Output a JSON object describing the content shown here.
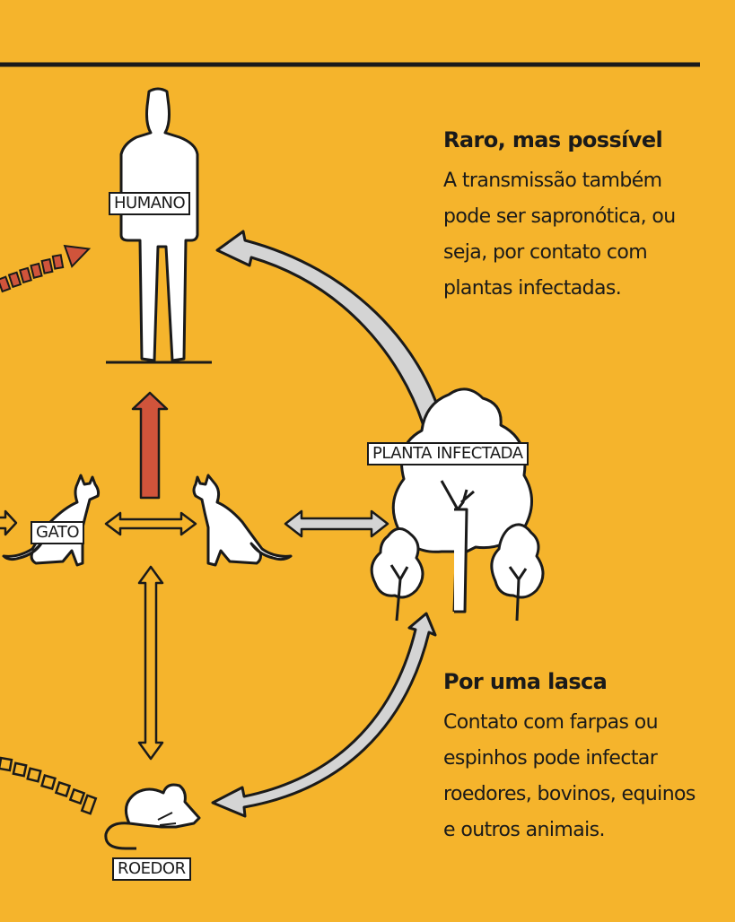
{
  "labels": {
    "human": "HUMANO",
    "cat": "GATO",
    "plant": "PLANTA INFECTADA",
    "rodent": "ROEDOR"
  },
  "panels": {
    "top": {
      "title": "Raro, mas possível",
      "body": "A transmissão também pode ser sapronótica, ou seja, por contato com plantas infectadas."
    },
    "bottom": {
      "title": "Por uma lasca",
      "body": "Contato com farpas ou espinhos pode infectar roedores, bovinos, equinos e outros animais."
    }
  },
  "colors": {
    "background": "#F5B42C",
    "outline": "#1a1a1a",
    "red_arrow": "#D0543B",
    "grey_arrow": "#D4D4D4"
  }
}
